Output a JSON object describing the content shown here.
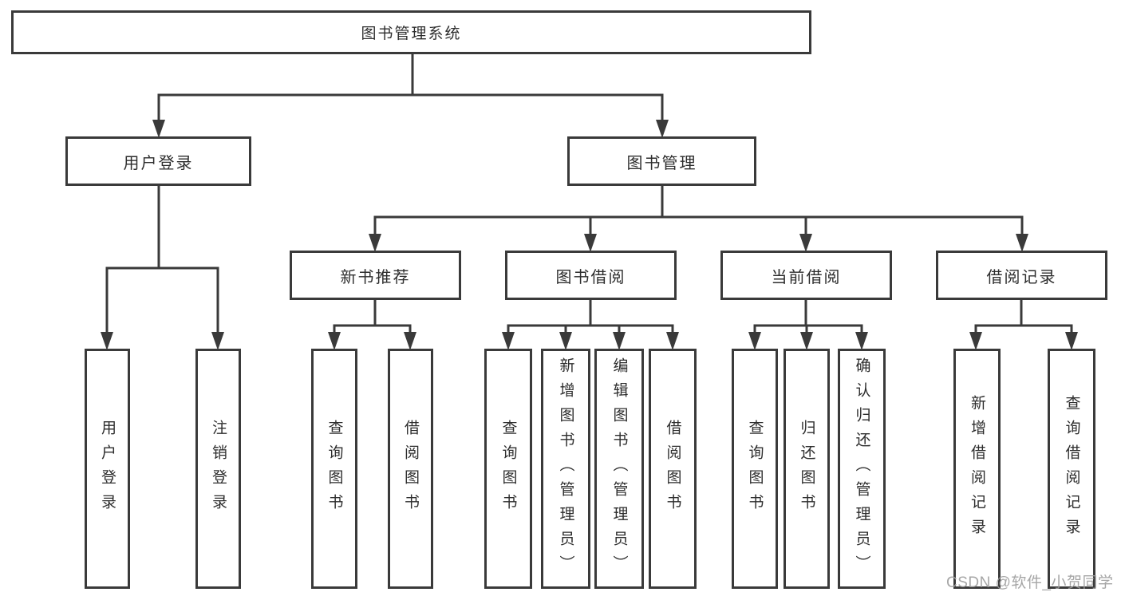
{
  "diagram": {
    "type": "hierarchy-tree",
    "root": {
      "label": "图书管理系统"
    },
    "branches": [
      {
        "label": "用户登录",
        "children": [
          {
            "label": "用户登录"
          },
          {
            "label": "注销登录"
          }
        ]
      },
      {
        "label": "图书管理",
        "children": [
          {
            "label": "新书推荐",
            "children": [
              {
                "label": "查询图书"
              },
              {
                "label": "借阅图书"
              }
            ]
          },
          {
            "label": "图书借阅",
            "children": [
              {
                "label": "查询图书"
              },
              {
                "label": "新增图书（管理员）"
              },
              {
                "label": "编辑图书（管理员）"
              },
              {
                "label": "借阅图书"
              }
            ]
          },
          {
            "label": "当前借阅",
            "children": [
              {
                "label": "查询图书"
              },
              {
                "label": "归还图书"
              },
              {
                "label": "确认归还（管理员）"
              }
            ]
          },
          {
            "label": "借阅记录",
            "children": [
              {
                "label": "新增借阅记录"
              },
              {
                "label": "查询借阅记录"
              }
            ]
          }
        ]
      }
    ],
    "watermark": "CSDN @软件_小贺同学",
    "colors": {
      "line": "#3a3a3a",
      "text": "#2d2d2d",
      "box_background": "#ffffff",
      "page_background": "#ffffff",
      "watermark": "#9e9e9e"
    }
  }
}
